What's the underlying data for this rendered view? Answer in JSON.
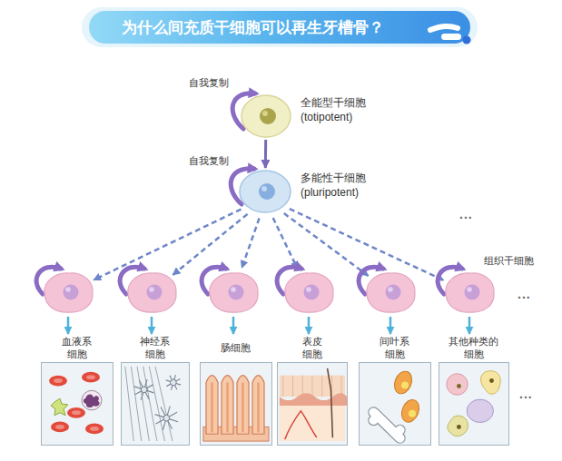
{
  "diagram": {
    "title": "为什么间充质干细胞可以再生牙槽骨？",
    "nodes": [
      {
        "text": [
          "全能型干细胞 (totipotent)"
        ]
      },
      {
        "text": [
          "多能性干细胞 (pluripotent)"
        ]
      },
      {
        "text": []
      },
      {
        "text": []
      },
      {
        "text": []
      },
      {
        "text": []
      },
      {
        "text": []
      },
      {
        "text": []
      },
      {
        "text": [
          "血液系细胞"
        ]
      },
      {
        "text": [
          "神经系细胞"
        ]
      },
      {
        "text": [
          "肠细胞"
        ]
      },
      {
        "text": [
          "表皮细胞"
        ]
      },
      {
        "text": [
          "间叶系细胞"
        ]
      },
      {
        "text": [
          "其他种类的细胞"
        ]
      }
    ],
    "edges": [
      {
        "from": 0,
        "to": 1,
        "arrow": "to"
      },
      {
        "from": 1,
        "to": 2,
        "arrow": "to"
      },
      {
        "from": 1,
        "to": 3,
        "arrow": "to"
      },
      {
        "from": 1,
        "to": 4,
        "arrow": "to"
      },
      {
        "from": 1,
        "to": 5,
        "arrow": "to"
      },
      {
        "from": 1,
        "to": 6,
        "arrow": "to"
      },
      {
        "from": 1,
        "to": 7,
        "arrow": "to"
      },
      {
        "from": 2,
        "to": 8,
        "arrow": "to"
      },
      {
        "from": 3,
        "to": 9,
        "arrow": "to"
      },
      {
        "from": 4,
        "to": 10,
        "arrow": "to"
      },
      {
        "from": 5,
        "to": 11,
        "arrow": "to"
      },
      {
        "from": 6,
        "to": 12,
        "arrow": "to"
      },
      {
        "from": 7,
        "to": 13,
        "arrow": "to"
      }
    ],
    "labels": [
      "自我复制",
      "自我复制",
      "...",
      "组织干细胞",
      "...",
      "..."
    ]
  }
}
